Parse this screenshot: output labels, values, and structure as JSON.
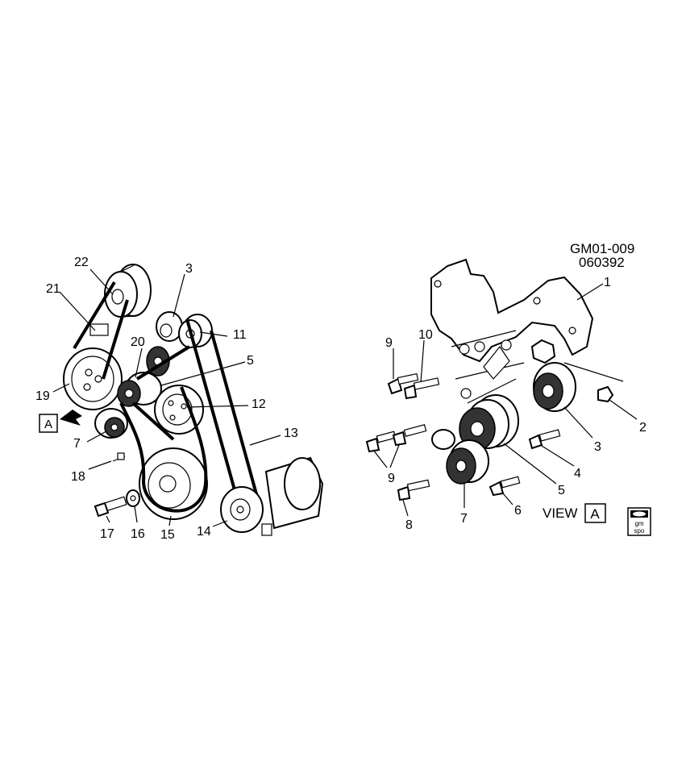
{
  "drawing_code": "GM01-009",
  "date_code": "060392",
  "view_label": "VIEW",
  "view_letter": "A",
  "view_marker_letter": "A",
  "logo_text": "gm spo",
  "left_callouts": [
    "22",
    "3",
    "21",
    "20",
    "11",
    "5",
    "19",
    "12",
    "7",
    "13",
    "18",
    "17",
    "16",
    "15",
    "14"
  ],
  "right_callouts": [
    "1",
    "9",
    "10",
    "2",
    "3",
    "9",
    "4",
    "5",
    "6",
    "8",
    "7"
  ]
}
